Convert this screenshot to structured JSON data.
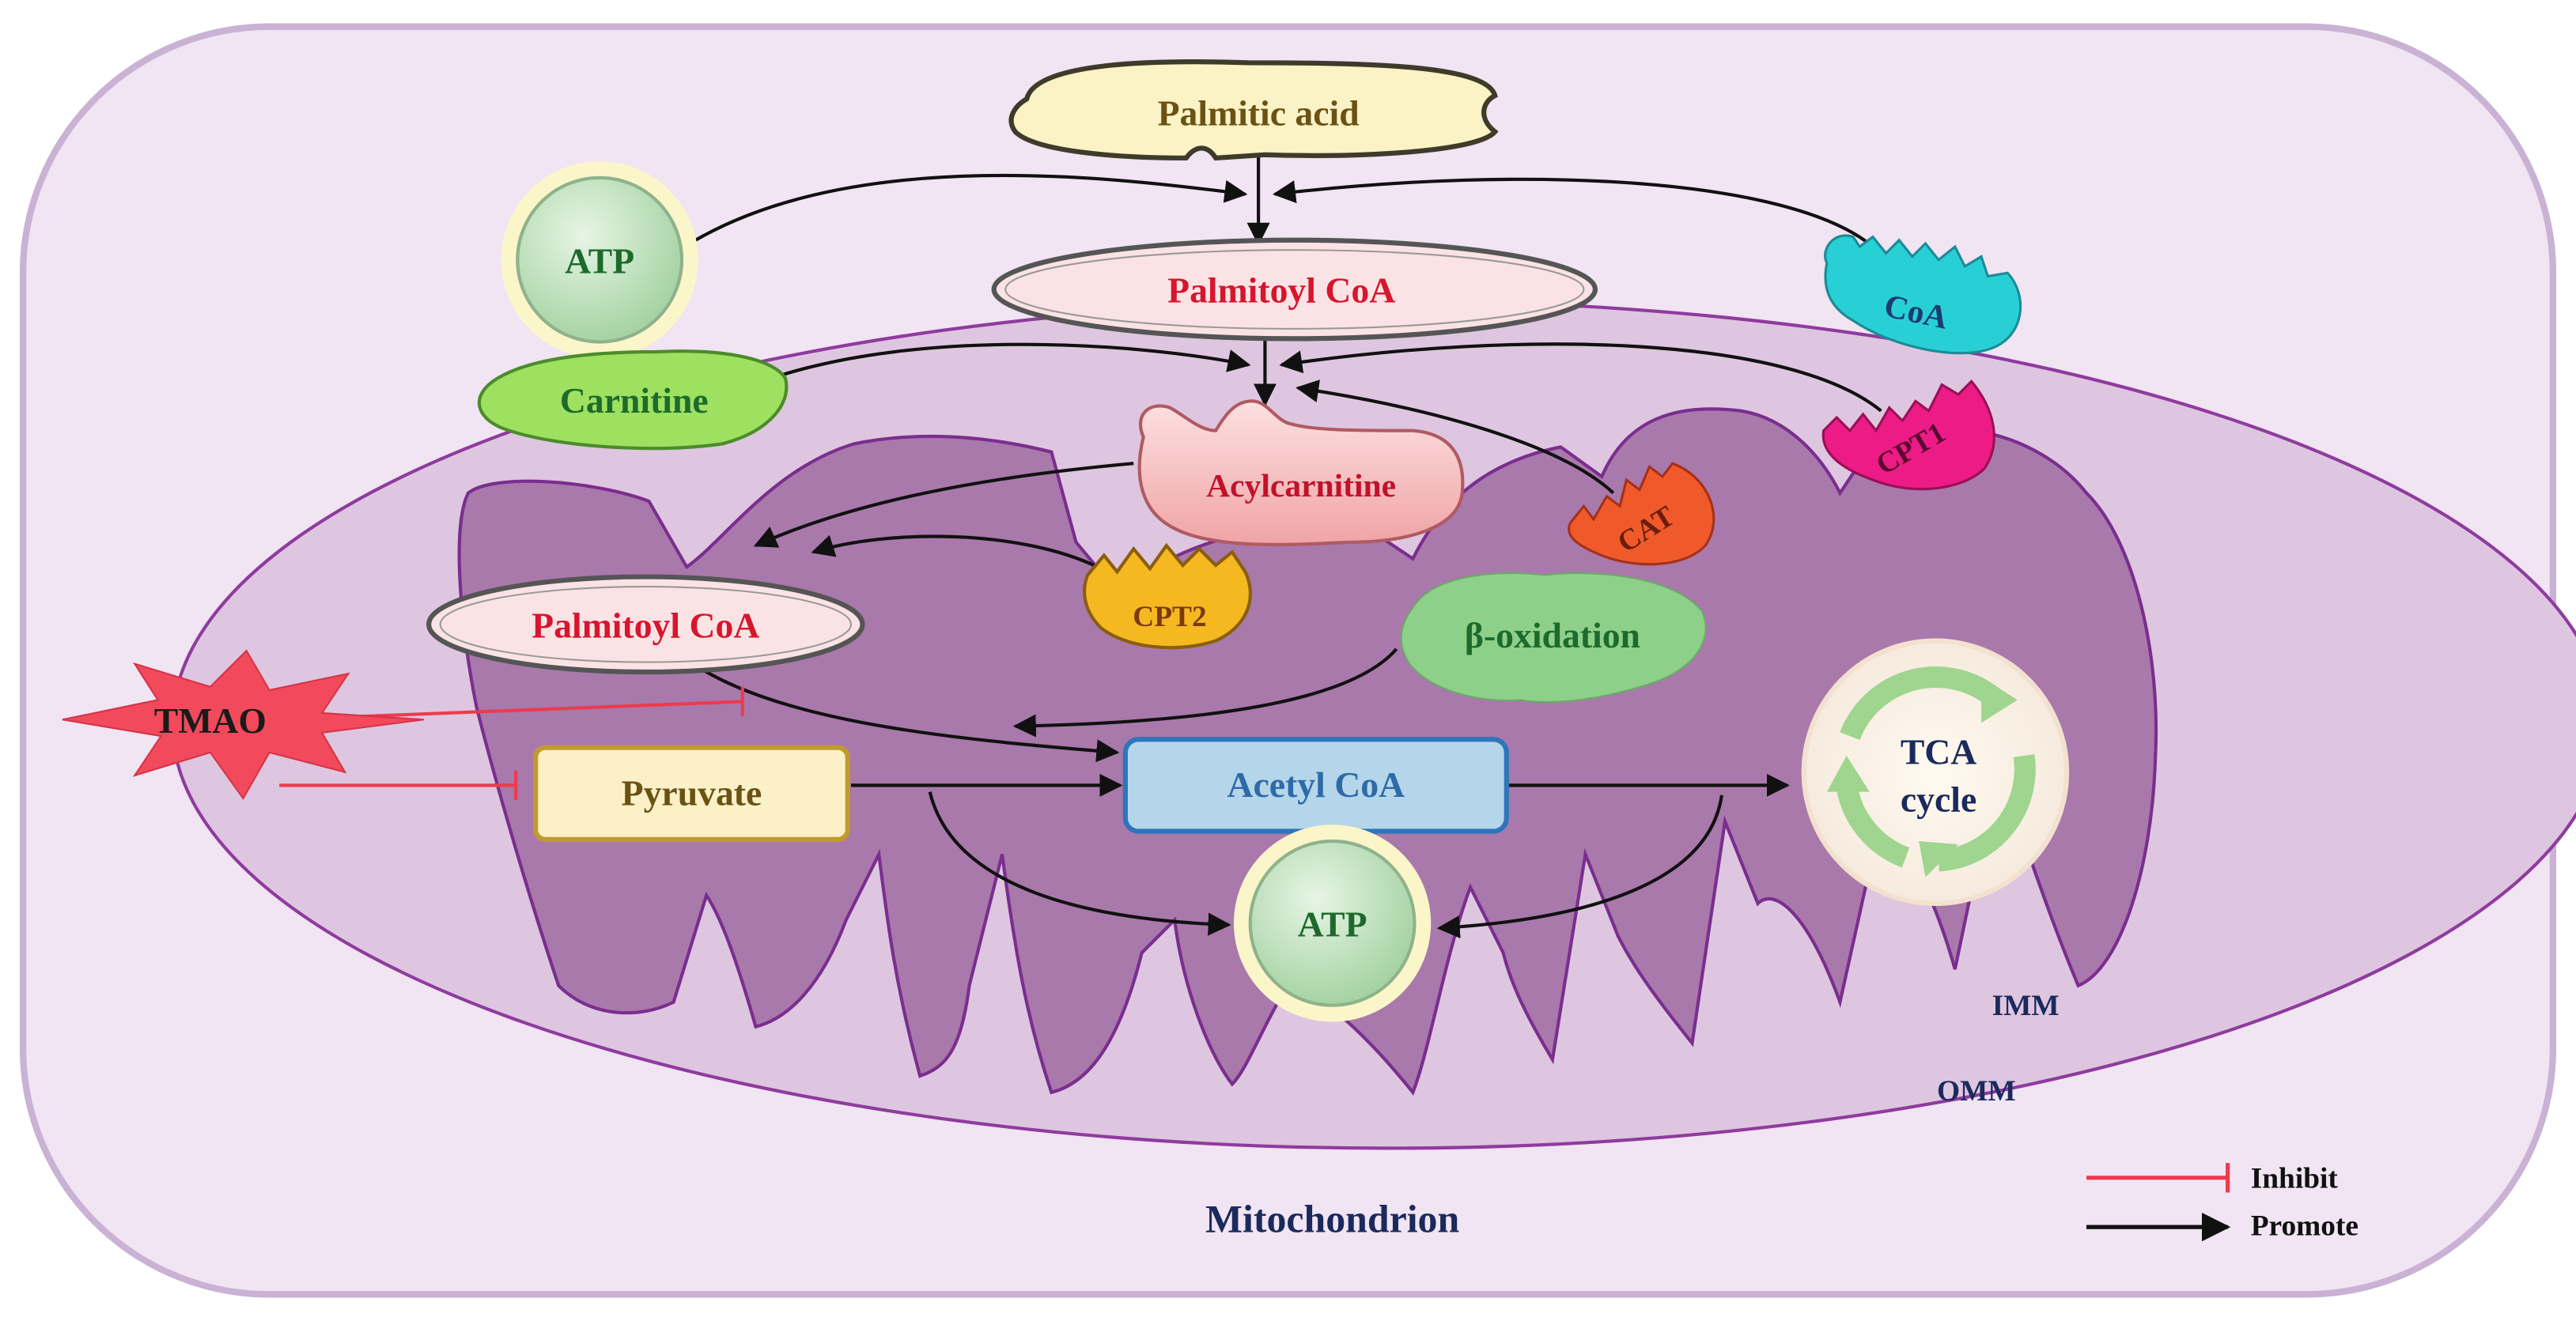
{
  "nodes": {
    "palmitic_acid": "Palmitic acid",
    "atp_top": "ATP",
    "coa": "CoA",
    "palmitoyl_coa_outer": "Palmitoyl CoA",
    "carnitine": "Carnitine",
    "cpt1": "CPT1",
    "acylcarnitine": "Acylcarnitine",
    "cat": "CAT",
    "palmitoyl_coa_inner": "Palmitoyl CoA",
    "cpt2": "CPT2",
    "beta_oxidation": "β-oxidation",
    "tmao": "TMAO",
    "pyruvate": "Pyruvate",
    "acetyl_coa": "Acetyl CoA",
    "tca_line1": "TCA",
    "tca_line2": "cycle",
    "atp_bottom": "ATP"
  },
  "membranes": {
    "imm": "IMM",
    "omm": "OMM"
  },
  "title": "Mitochondrion",
  "legend": {
    "inhibit": "Inhibit",
    "promote": "Promote"
  },
  "colors": {
    "cell_fill": "#f1e4f3",
    "omm_fill": "#dec6e0",
    "imm_fill": "#a979ab",
    "membrane_stroke": "#8f3b9e",
    "inhibit": "#ee3a4d",
    "promote": "#111111",
    "red_text": "#d7152d",
    "green_text": "#1d6b2c",
    "navy_text": "#1b2a5c",
    "olive_text": "#6a5213"
  }
}
